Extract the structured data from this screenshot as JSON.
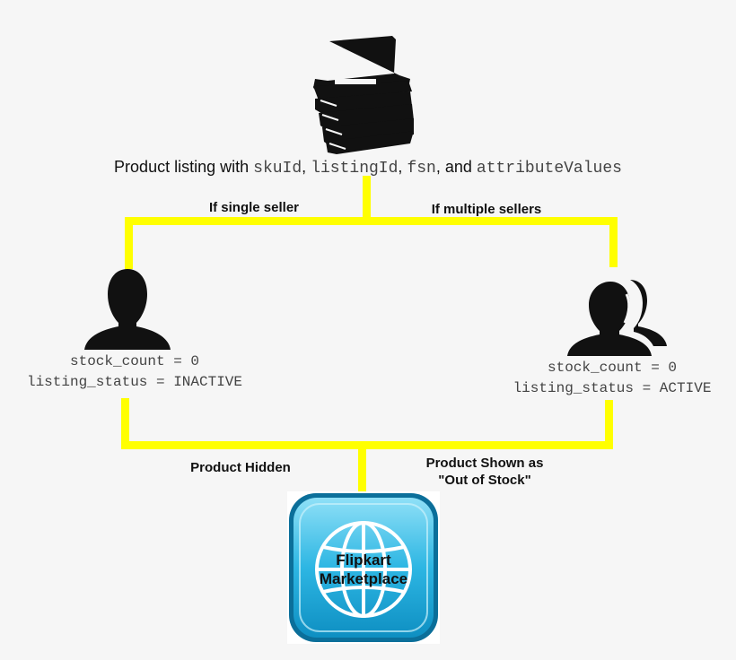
{
  "header": {
    "caption_prefix": "Product listing with",
    "fields": [
      "skuId",
      "listingId",
      "fsn",
      "attributeValues"
    ],
    "sep1": ",",
    "sep2": ",",
    "sep3": ", and"
  },
  "branches": {
    "single": {
      "edge_label": "If single seller",
      "stock": "stock_count = 0",
      "status": "listing_status = INACTIVE",
      "outcome": "Product Hidden"
    },
    "multiple": {
      "edge_label": "If multiple sellers",
      "stock": "stock_count = 0",
      "status": "listing_status = ACTIVE",
      "outcome_line1": "Product Shown as",
      "outcome_line2": "\"Out of Stock\""
    }
  },
  "marketplace": {
    "line1": "Flipkart",
    "line2": "Marketplace"
  },
  "colors": {
    "connector": "#ffff00",
    "icon": "#111111",
    "tile": "#1aa6d6",
    "tile_light": "#8fe0f7"
  },
  "icons": [
    "books-icon",
    "single-user-icon",
    "multiple-users-icon",
    "globe-icon"
  ]
}
